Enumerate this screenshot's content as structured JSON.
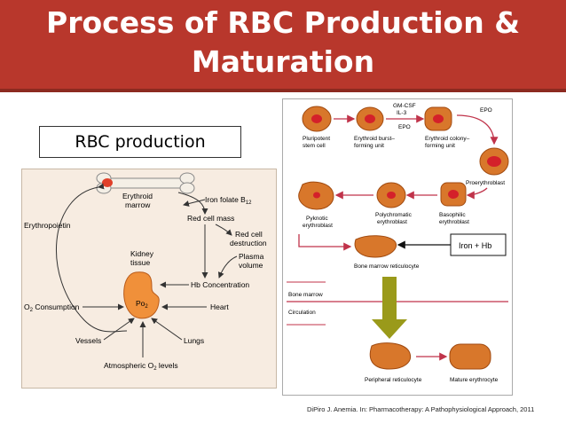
{
  "slide": {
    "title_line1": "Process of RBC Production &",
    "title_line2": "Maturation",
    "subtitle_box": "RBC production",
    "citation": "DiPiro J. Anemia. In:  Pharmacotherapy: A Pathophysiological Approach, 2011"
  },
  "left_diagram": {
    "erythroid_marrow_1": "Erythroid",
    "erythroid_marrow_2": "marrow",
    "iron_folate": "Iron folate B",
    "iron_folate_sub": "12",
    "red_cell_mass": "Red cell mass",
    "red_cell_destruction_1": "Red cell",
    "red_cell_destruction_2": "destruction",
    "erythropoietin": "Erythropoietin",
    "kidney_tissue_1": "Kidney",
    "kidney_tissue_2": "tissue",
    "plasma_volume_1": "Plasma",
    "plasma_volume_2": "volume",
    "hb_concentration": "Hb Concentration",
    "o2_consumption_pre": "O",
    "o2_consumption_sub": "2",
    "o2_consumption_post": " Consumption",
    "po2_pre": "Po",
    "po2_sub": "2",
    "heart": "Heart",
    "vessels": "Vessels",
    "lungs": "Lungs",
    "atmospheric_pre": "Atmospheric O",
    "atmospheric_sub": "2",
    "atmospheric_post": " levels"
  },
  "right_diagram": {
    "gm_csf": "GM-CSF",
    "il3": "IL-3",
    "epo1": "EPO",
    "epo2": "EPO",
    "pluripotent_1": "Pluripotent",
    "pluripotent_2": "stem cell",
    "burst_1": "Erythroid burst–",
    "burst_2": "forming unit",
    "colony_1": "Erythroid colony–",
    "colony_2": "forming unit",
    "proerythroblast": "Proerythroblast",
    "pyknotic_1": "Pyknotic",
    "pyknotic_2": "erythroblast",
    "polychromatic_1": "Polychromatic",
    "polychromatic_2": "erythroblast",
    "basophilic_1": "Basophilic",
    "basophilic_2": "erythroblast",
    "iron_hb": "Iron + Hb",
    "bm_reticulocyte": "Bone marrow reticulocyte",
    "bone_marrow": "Bone marrow",
    "circulation": "Circulation",
    "peripheral_reticulocyte": "Peripheral reticulocyte",
    "mature_erythrocyte": "Mature erythrocyte"
  },
  "colors": {
    "banner": "#b8372c",
    "cell_fill": "#d8772b",
    "cell_outline": "#a04a10",
    "nucleus": "#d4202a",
    "arrow": "#c0334a",
    "down_arrow": "#9a9a1a",
    "kidney": "#f0903a"
  }
}
